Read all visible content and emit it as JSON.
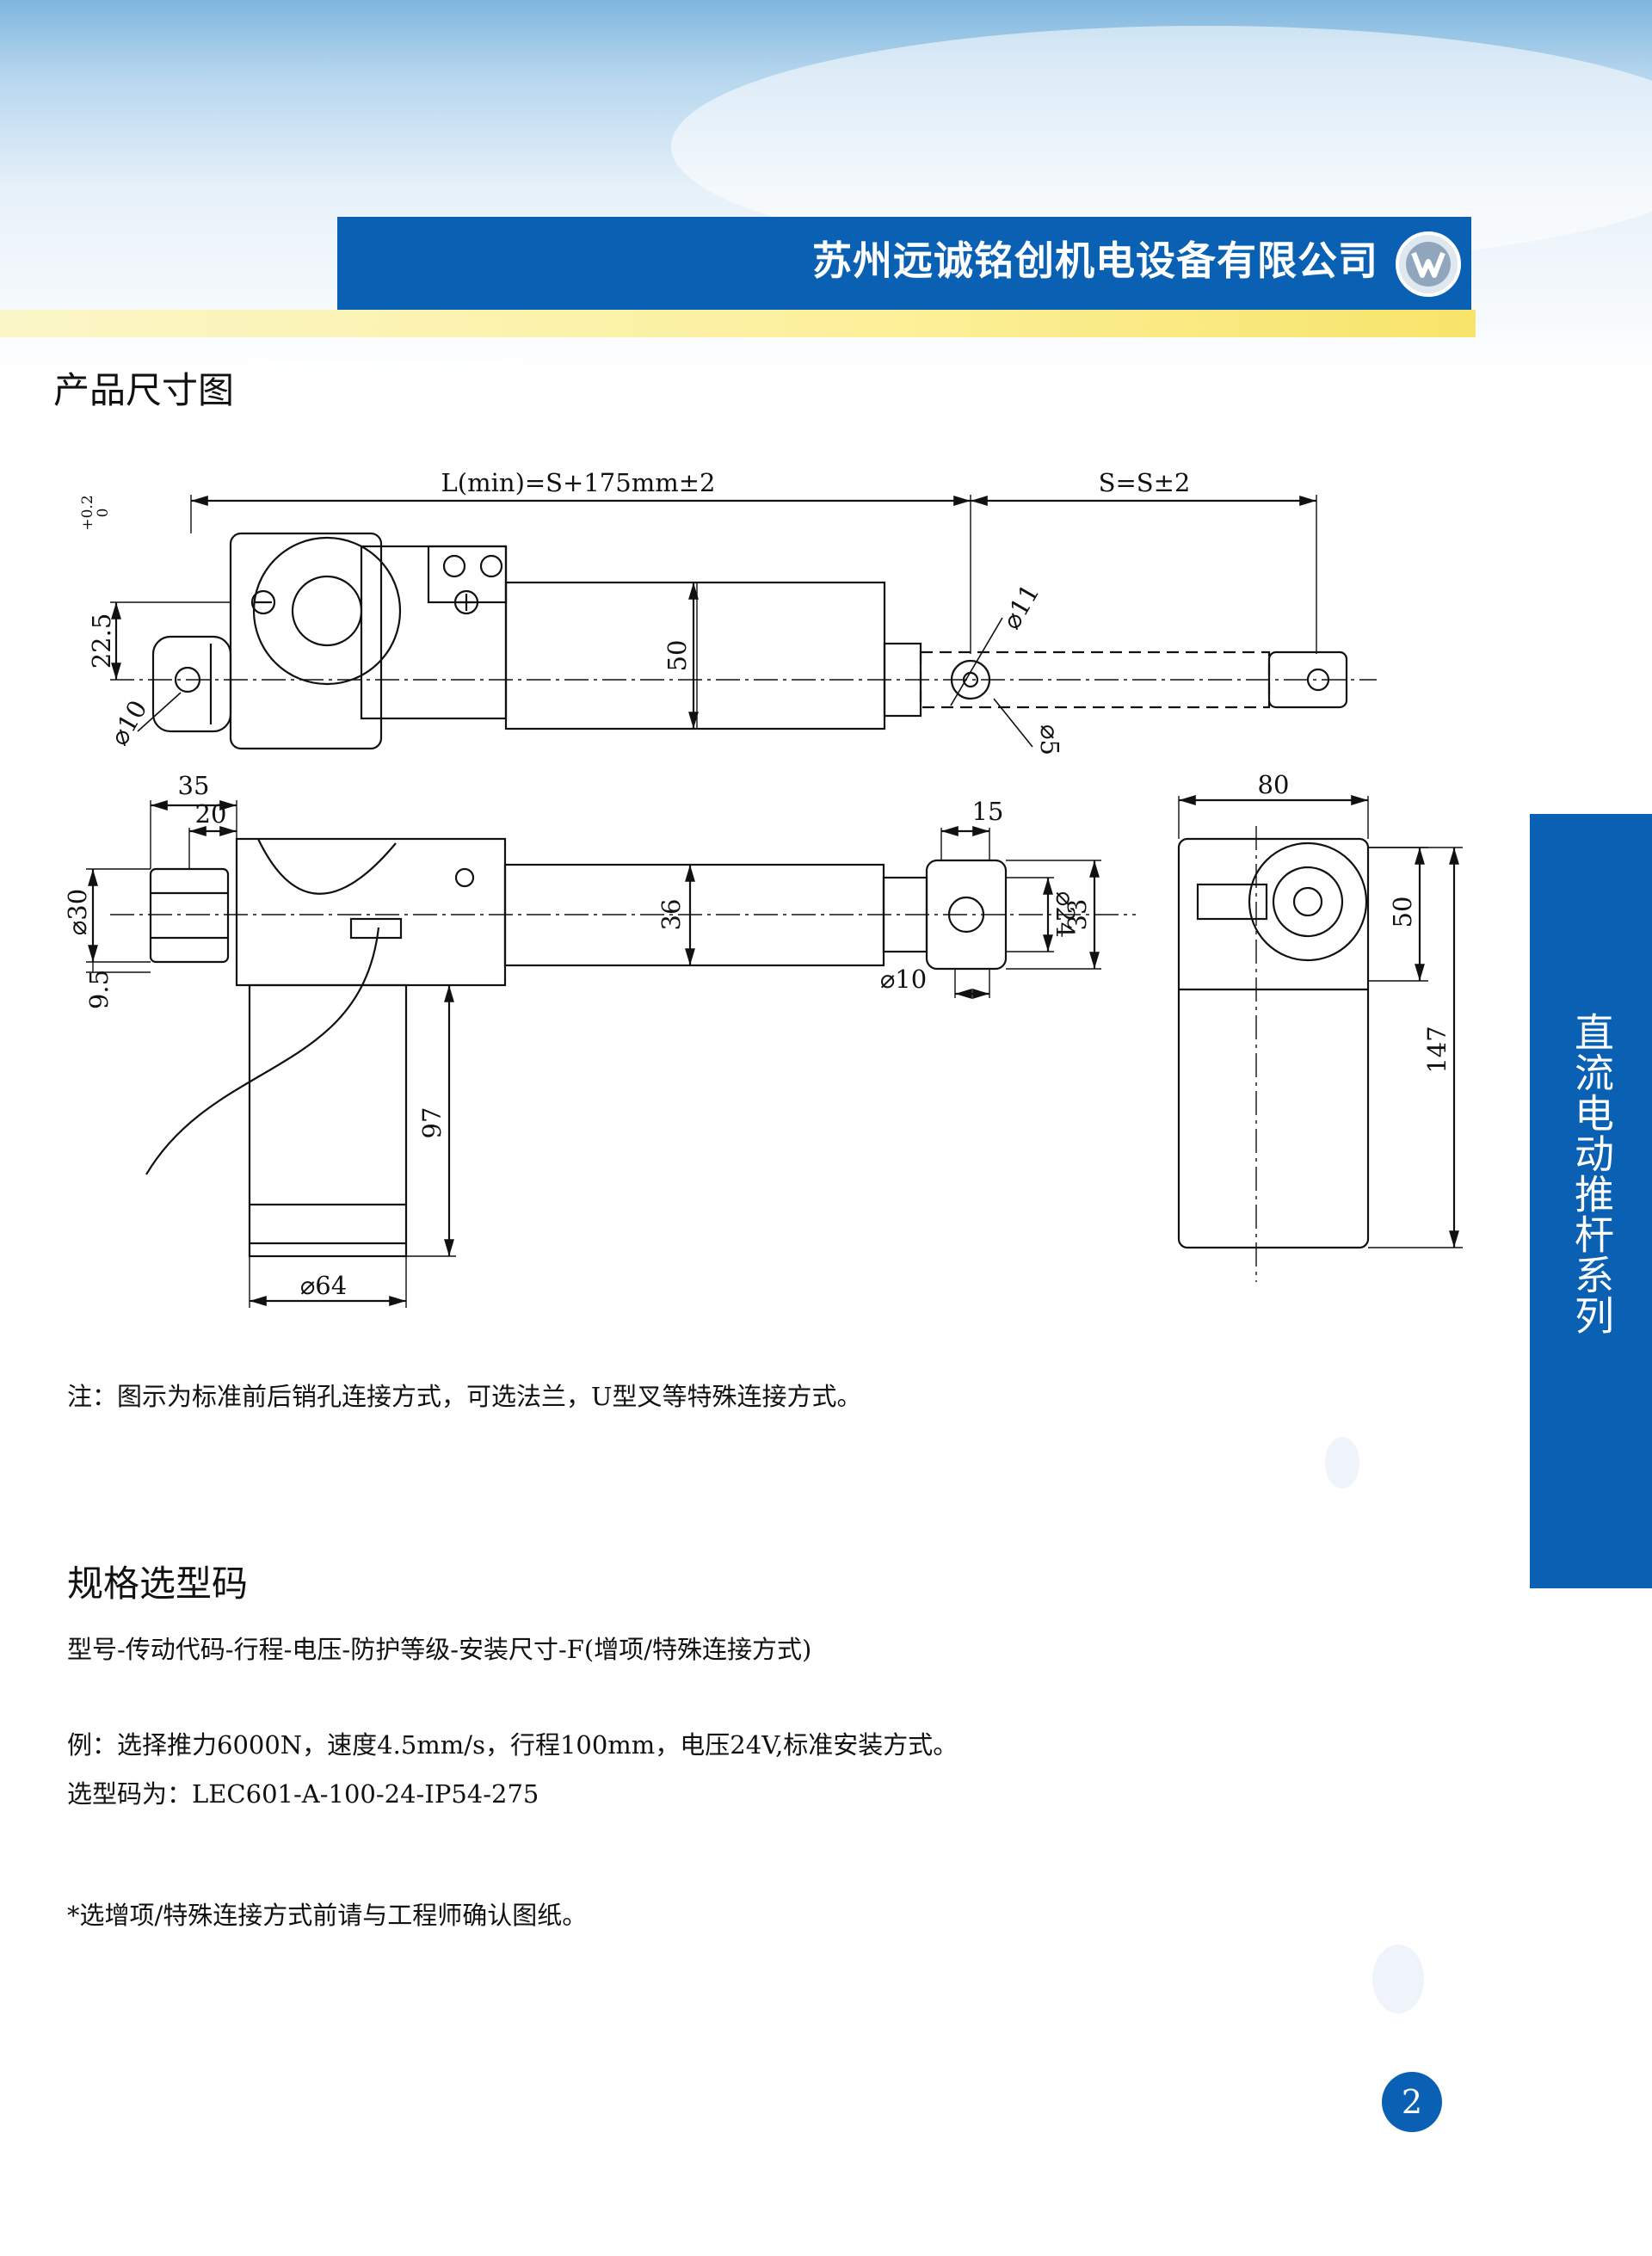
{
  "header": {
    "company_name": "苏州远诚铭创机电设备有限公司",
    "brand_color": "#0a61b3",
    "logo_icon": "company-logo-icon"
  },
  "side_tab": {
    "label": "直流电动推杆系列"
  },
  "section_dimensions": {
    "title": "产品尺寸图",
    "labels": {
      "length": "L(min)=S+175mm±2",
      "stroke": "S=S±2",
      "d225": "22.5",
      "tol_plus": "+0.2",
      "tol_zero": "0",
      "d50_top": "50",
      "d11": "⌀11",
      "d10_top": "⌀10",
      "d5": "⌀5",
      "d35": "35",
      "d20": "20",
      "d15": "15",
      "d30": "⌀30",
      "d95": "9.5",
      "d36": "36",
      "d24": "⌀24",
      "d33": "33",
      "d10_side": "⌀10",
      "d97": "97",
      "d64": "⌀64",
      "d80": "80",
      "d50_end": "50",
      "d147": "147"
    },
    "note": "注：图示为标准前后销孔连接方式，可选法兰，U型叉等特殊连接方式。"
  },
  "section_spec": {
    "title": "规格选型码",
    "format": "型号-传动代码-行程-电压-防护等级-安装尺寸-F(增项/特殊连接方式)",
    "example": "例：选择推力6000N，速度4.5mm/s，行程100mm，电压24V,标准安装方式。",
    "code": "选型码为：LEC601-A-100-24-IP54-275",
    "footnote": "*选增项/特殊连接方式前请与工程师确认图纸。"
  },
  "page_number": "2"
}
